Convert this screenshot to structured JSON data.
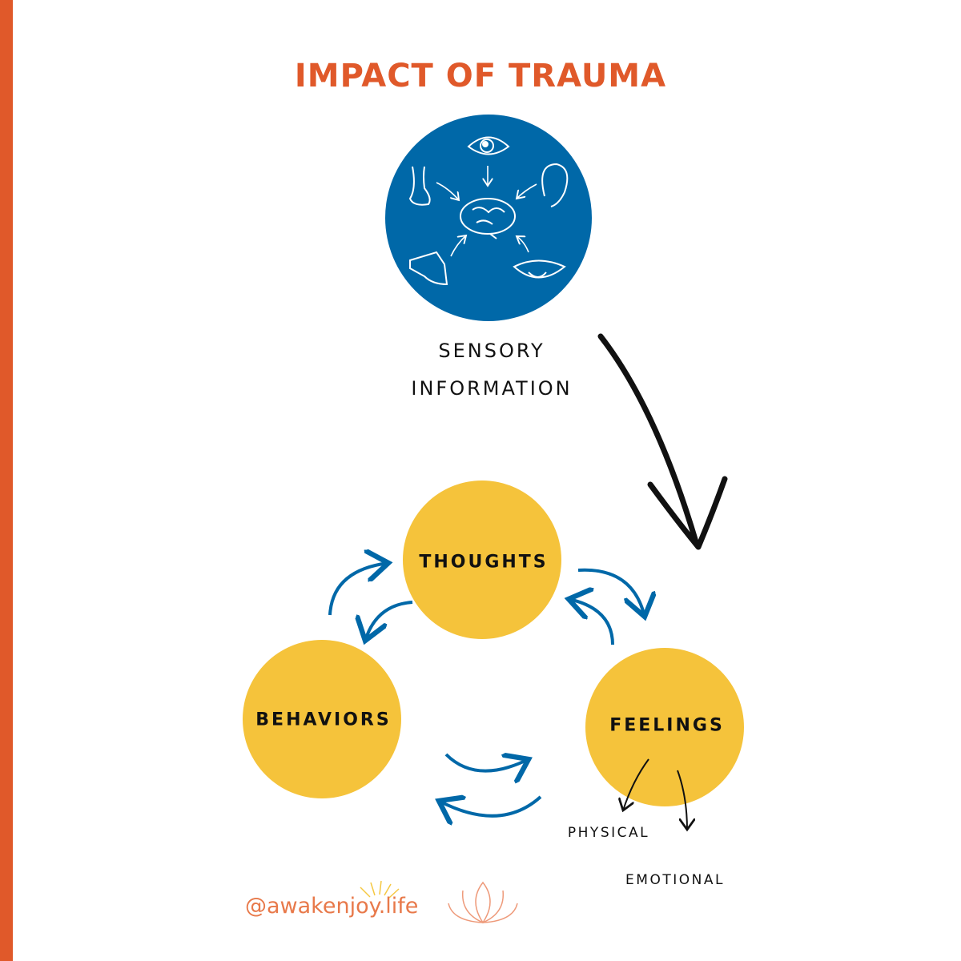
{
  "title": "IMPACT OF TRAUMA",
  "sensory": {
    "line1": "SENSORY",
    "line2": "INFORMATION",
    "icons": [
      "eye-icon",
      "ear-icon",
      "nose-icon",
      "hand-icon",
      "mouth-icon",
      "brain-icon"
    ]
  },
  "cycle": {
    "thoughts": "THOUGHTS",
    "behaviors": "BEHAVIORS",
    "feelings": "FEELINGS"
  },
  "feelings_branches": {
    "physical": "PHYSICAL",
    "emotional": "EMOTIONAL"
  },
  "footer": {
    "handle": "@awakenjoy.life"
  },
  "colors": {
    "accent": "#E0592A",
    "blue": "#0068A8",
    "yellow": "#F5C33B"
  }
}
